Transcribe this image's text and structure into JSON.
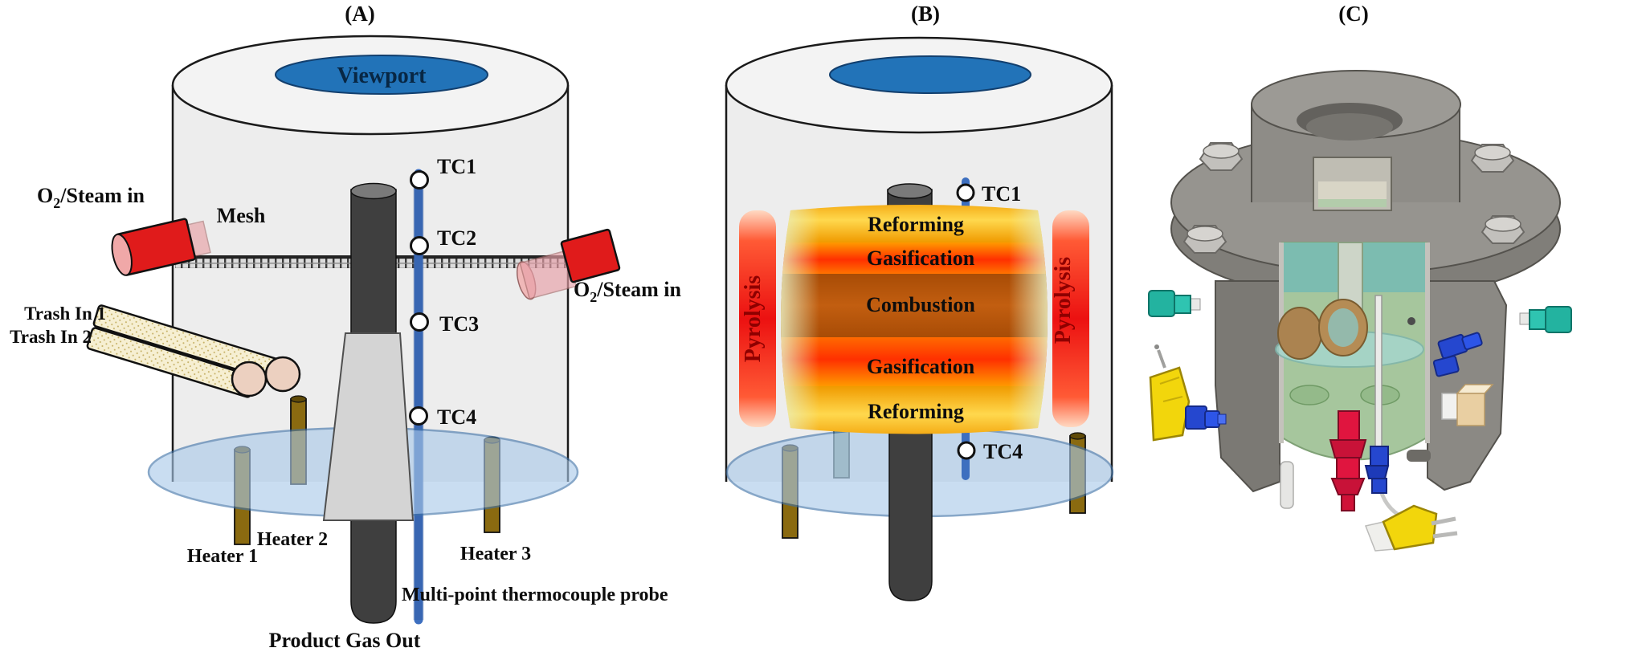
{
  "titles": {
    "a": "(A)",
    "b": "(B)",
    "c": "(C)"
  },
  "panel_a": {
    "viewport": "Viewport",
    "mesh": "Mesh",
    "o2_left": {
      "base": "O",
      "sub": "2",
      "rest": "/Steam in"
    },
    "o2_right": {
      "base": "O",
      "sub": "2",
      "rest": "/Steam in"
    },
    "trash_1": "Trash In 1",
    "trash_2": "Trash In 2",
    "tc": [
      "TC1",
      "TC2",
      "TC3",
      "TC4"
    ],
    "heaters": [
      "Heater 1",
      "Heater 2",
      "Heater 3"
    ],
    "product_gas": "Product Gas Out",
    "probe_label": "Multi-point thermocouple probe"
  },
  "panel_b": {
    "tc_top": "TC1",
    "tc_bottom": "TC4",
    "zones": [
      "Reforming",
      "Gasification",
      "Combustion",
      "Gasification",
      "Reforming"
    ],
    "pyrolysis_left": "Pyrolysis",
    "pyrolysis_right": "Pyrolysis"
  },
  "colors": {
    "viewport_blue": "#2273b8",
    "probe_blue": "#3d6fbf",
    "base_plate_blue": "#a9c9e9",
    "heater_brown": "#8a6a10",
    "fitting_red": "#e01b1b",
    "trash_tube_beige": "#f6efd2",
    "zone_reforming": "#ffd84d",
    "zone_gasification": "#ff4400",
    "zone_combustion": "#b95309",
    "pyrolysis_red": "#ec1111",
    "cad_body_gray": "#8e8c88",
    "cad_interior_green": "#a6c69d",
    "cad_fitting_teal": "#23b3a0",
    "cad_connector_yellow": "#f2d60c",
    "cad_fitting_blue": "#2547cf",
    "cad_fitting_red": "#e0153f"
  }
}
